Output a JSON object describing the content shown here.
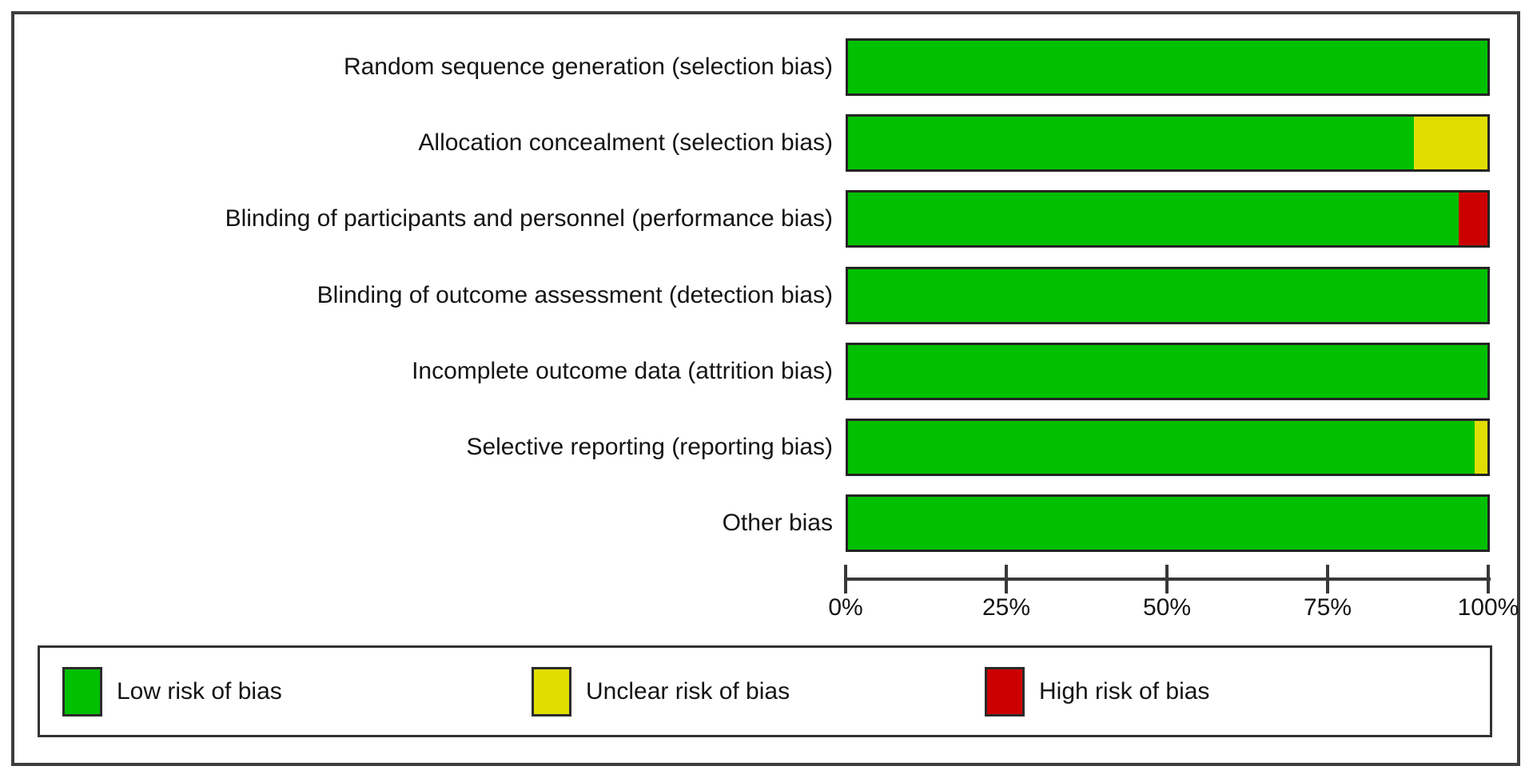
{
  "chart_data": {
    "type": "bar",
    "orientation": "horizontal",
    "stacked": true,
    "title": "",
    "xlabel": "",
    "ylabel": "",
    "xlim": [
      0,
      100
    ],
    "x_ticks": [
      "0%",
      "25%",
      "50%",
      "75%",
      "100%"
    ],
    "grid": false,
    "legend_position": "bottom",
    "categories": [
      "Random sequence generation (selection bias)",
      "Allocation concealment (selection bias)",
      "Blinding of participants and personnel (performance bias)",
      "Blinding of outcome assessment (detection bias)",
      "Incomplete outcome data (attrition bias)",
      "Selective reporting (reporting bias)",
      "Other bias"
    ],
    "series": [
      {
        "name": "Low risk of bias",
        "color": "#00C000",
        "values": [
          100,
          88.5,
          95.5,
          100,
          100,
          98,
          100
        ]
      },
      {
        "name": "Unclear risk of bias",
        "color": "#E0DE00",
        "values": [
          0,
          11.5,
          0,
          0,
          0,
          2,
          0
        ]
      },
      {
        "name": "High risk of bias",
        "color": "#CC0000",
        "values": [
          0,
          0,
          4.5,
          0,
          0,
          0,
          0
        ]
      }
    ]
  },
  "legend": {
    "items": [
      {
        "label": "Low risk of bias",
        "color": "#00C000"
      },
      {
        "label": "Unclear risk of bias",
        "color": "#E0DE00"
      },
      {
        "label": "High risk of bias",
        "color": "#CC0000"
      }
    ]
  }
}
